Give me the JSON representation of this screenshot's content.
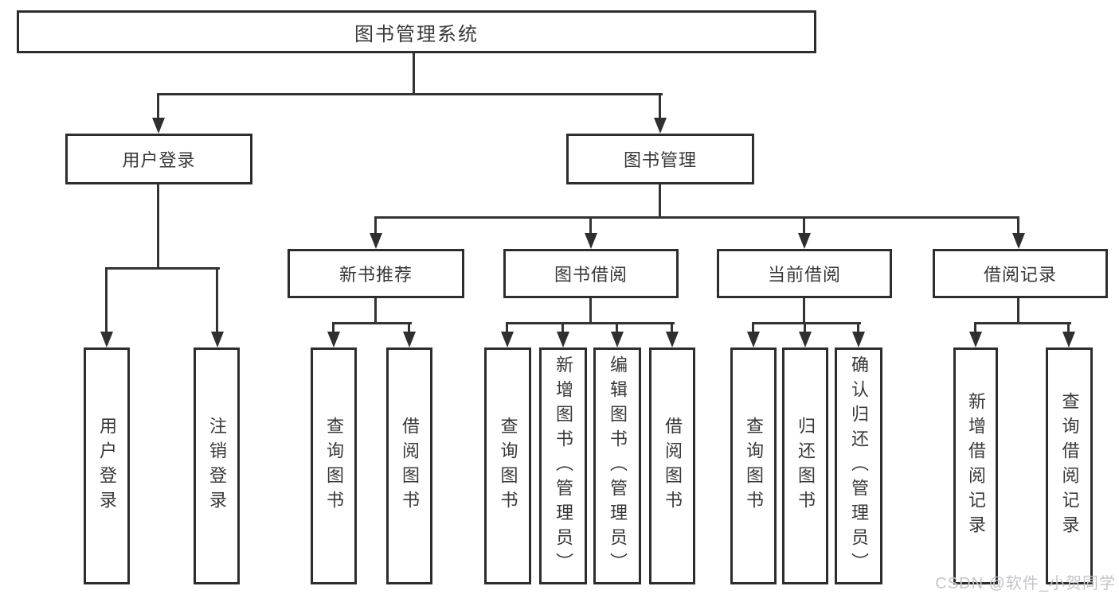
{
  "diagram": {
    "title": "图书管理系统",
    "root": "图书管理系统",
    "level1": [
      "用户登录",
      "图书管理"
    ],
    "level2": [
      "新书推荐",
      "图书借阅",
      "当前借阅",
      "借阅记录"
    ],
    "leaves_user_login": [
      "用户登录",
      "注销登录"
    ],
    "leaves_new_books": [
      "查询图书",
      "借阅图书"
    ],
    "leaves_book_borrow": [
      "查询图书",
      "新增图书（管理员）",
      "编辑图书（管理员）",
      "借阅图书"
    ],
    "leaves_current_borrow": [
      "查询图书",
      "归还图书",
      "确认归还（管理员）"
    ],
    "leaves_borrow_records": [
      "新增借阅记录",
      "查询借阅记录"
    ]
  },
  "watermark": "CSDN @软件_小贺同学",
  "colors": {
    "box_border": "#2d2d2d",
    "connector_line": "#333333",
    "text": "#383838",
    "watermark_text": "#c5c5c9",
    "background": "#ffffff"
  }
}
